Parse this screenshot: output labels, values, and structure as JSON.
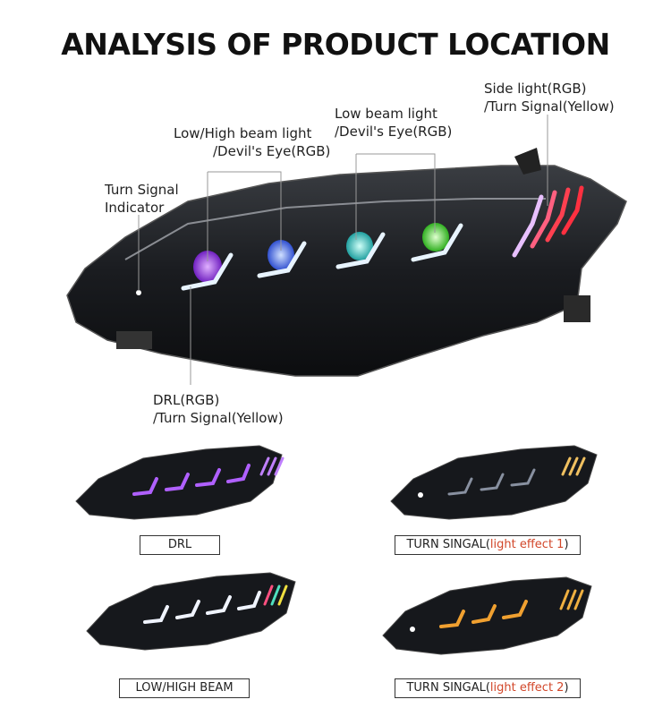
{
  "title": "ANALYSIS OF PRODUCT LOCATION",
  "callouts": {
    "side_light": [
      "Side light(RGB)",
      "/Turn Signal(Yellow)"
    ],
    "low_beam": [
      "Low beam light",
      "/Devil's Eye(RGB)"
    ],
    "low_high_beam": [
      "Low/High beam light",
      "/Devil's Eye(RGB)"
    ],
    "turn_indicator": [
      "Turn Signal",
      "Indicator"
    ],
    "drl": [
      "DRL(RGB)",
      "/Turn Signal(Yellow)"
    ]
  },
  "captions": {
    "drl": "DRL",
    "turn1_prefix": "TURN SINGAL(",
    "turn1_highlight": "light effect 1",
    "turn1_suffix": ")",
    "lowhigh": "LOW/HIGH BEAM",
    "turn2_prefix": "TURN SINGAL(",
    "turn2_highlight": "light effect 2",
    "turn2_suffix": ")"
  },
  "colors": {
    "highlight": "#d2472a",
    "eye_purple": "#a040e8",
    "eye_blue": "#4a7cf0",
    "eye_teal": "#30c0b0",
    "eye_green": "#4ad040",
    "amber": "#f0a030"
  }
}
